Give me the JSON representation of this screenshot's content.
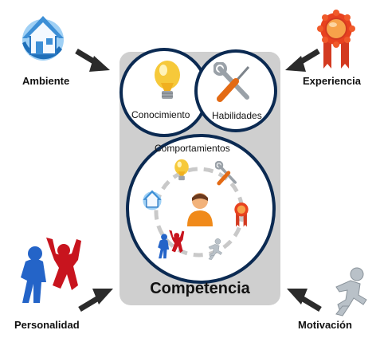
{
  "corners": {
    "ambiente": "Ambiente",
    "experiencia": "Experiencia",
    "personalidad": "Personalidad",
    "motivacion": "Motivación"
  },
  "circles": {
    "conocimiento": "Conocimiento",
    "habilidades": "Habilidades",
    "comportamientos": "Comportamientos"
  },
  "title": "Competencia",
  "colors": {
    "panel": "#cfcfcf",
    "circle_border": "#0b2a52",
    "arrow": "#2b2b2b",
    "house_blue": "#3d8fd6",
    "medal_red": "#e03a1e",
    "person_blue": "#2464c8",
    "person_red": "#c8141e"
  },
  "icons": [
    "house-icon",
    "medal-icon",
    "silhouettes-icon",
    "runner-icon",
    "lightbulb-icon",
    "tools-icon",
    "person-icon"
  ]
}
